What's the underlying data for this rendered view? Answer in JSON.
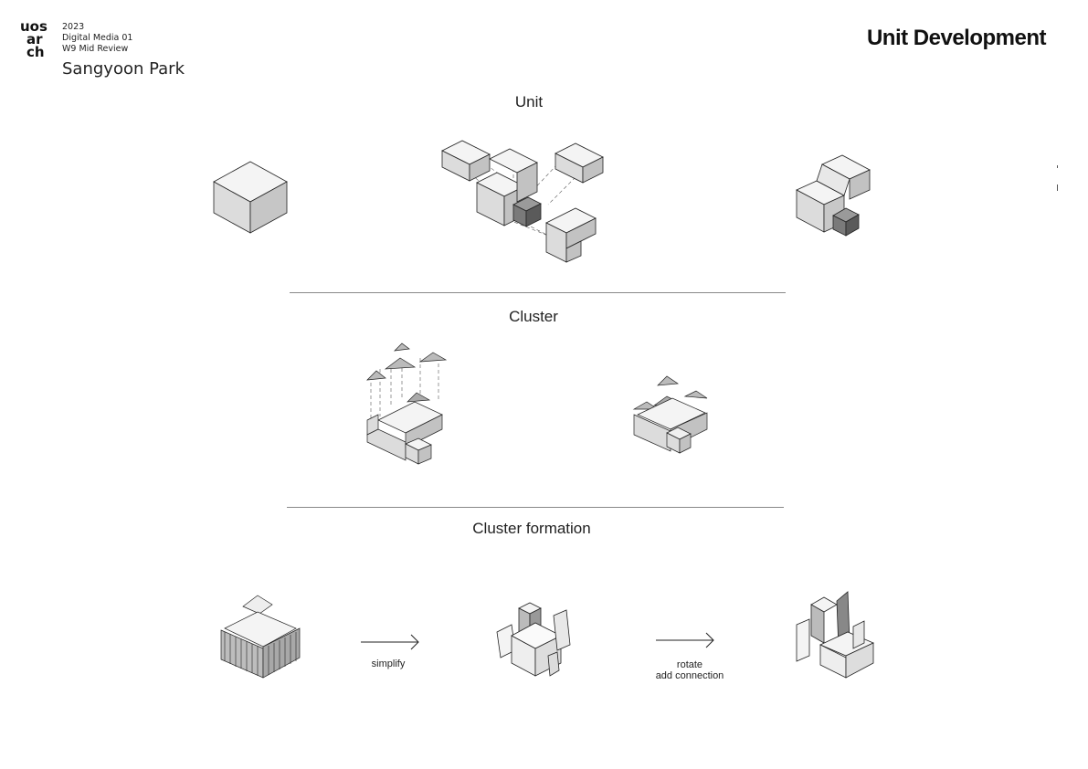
{
  "header": {
    "logo_lines": [
      "uos",
      "ar",
      "ch"
    ],
    "year": "2023",
    "course": "Digital Media 01",
    "review": "W9 Mid Review",
    "author": "Sangyoon Park",
    "page_title": "Unit Development"
  },
  "sections": {
    "unit": {
      "title": "Unit"
    },
    "cluster": {
      "title": "Cluster"
    },
    "formation": {
      "title": "Cluster formation",
      "arrow1_label": "simplify",
      "arrow2_label_line1": "rotate",
      "arrow2_label_line2": "add connection"
    }
  },
  "colors": {
    "stroke": "#222222",
    "top": "#f4f4f4",
    "left": "#dcdcdc",
    "right": "#c2c2c2",
    "divider": "#888888"
  },
  "icons": {
    "logo": "uos-arch-logo-icon"
  }
}
